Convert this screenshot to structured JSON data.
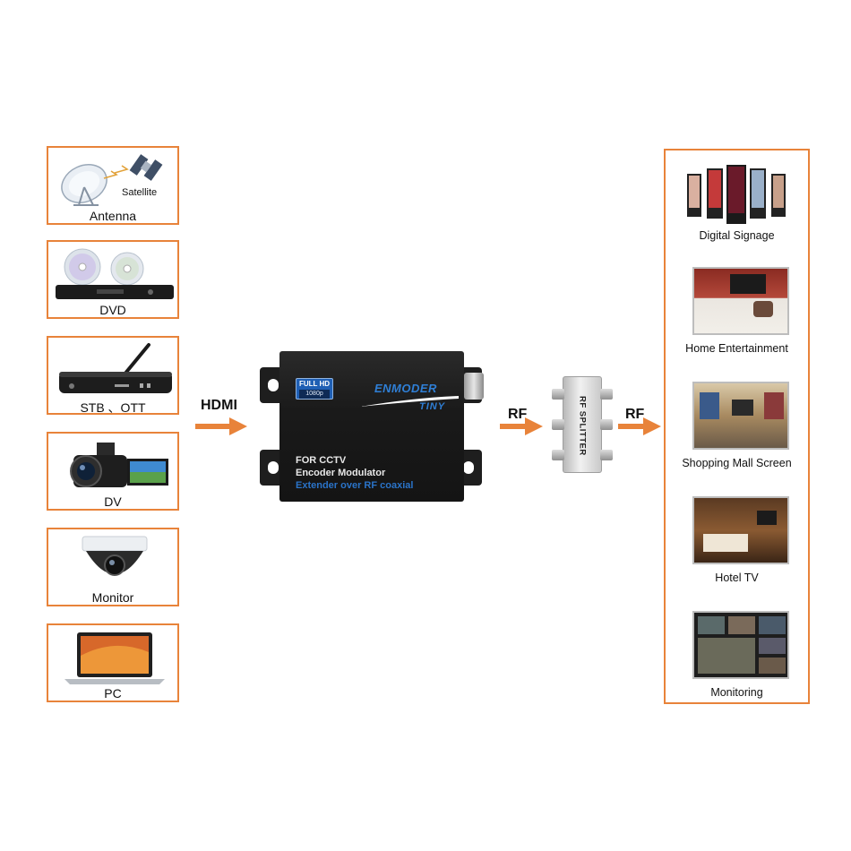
{
  "sources": [
    {
      "label": "Antenna",
      "sublabel": "Satellite",
      "icon": "satellite-dish-icon"
    },
    {
      "label": "DVD",
      "icon": "dvd-player-icon"
    },
    {
      "label": "STB 、OTT",
      "icon": "set-top-box-icon"
    },
    {
      "label": "DV",
      "icon": "camcorder-icon"
    },
    {
      "label": "Monitor",
      "icon": "dome-camera-icon"
    },
    {
      "label": "PC",
      "icon": "laptop-icon"
    }
  ],
  "links": {
    "hdmi": "HDMI",
    "rf_in": "RF",
    "rf_out": "RF"
  },
  "encoder": {
    "badge_top": "FULL HD",
    "badge_bottom": "1080p",
    "brand": "ENMODER",
    "brand_sub": "TINY",
    "line1": "FOR CCTV",
    "line2": "Encoder Modulator",
    "line3": "Extender over RF coaxial"
  },
  "splitter": {
    "label": "RF SPLITTER"
  },
  "destinations": [
    {
      "label": "Digital Signage",
      "icon": "digital-signage-icon"
    },
    {
      "label": "Home Entertainment",
      "icon": "home-entertainment-icon"
    },
    {
      "label": "Shopping Mall Screen",
      "icon": "shopping-mall-icon"
    },
    {
      "label": "Hotel TV",
      "icon": "hotel-room-icon"
    },
    {
      "label": "Monitoring",
      "icon": "monitoring-screen-icon"
    }
  ],
  "colors": {
    "accent": "#e8833a",
    "brand_blue": "#2f7fd6"
  }
}
